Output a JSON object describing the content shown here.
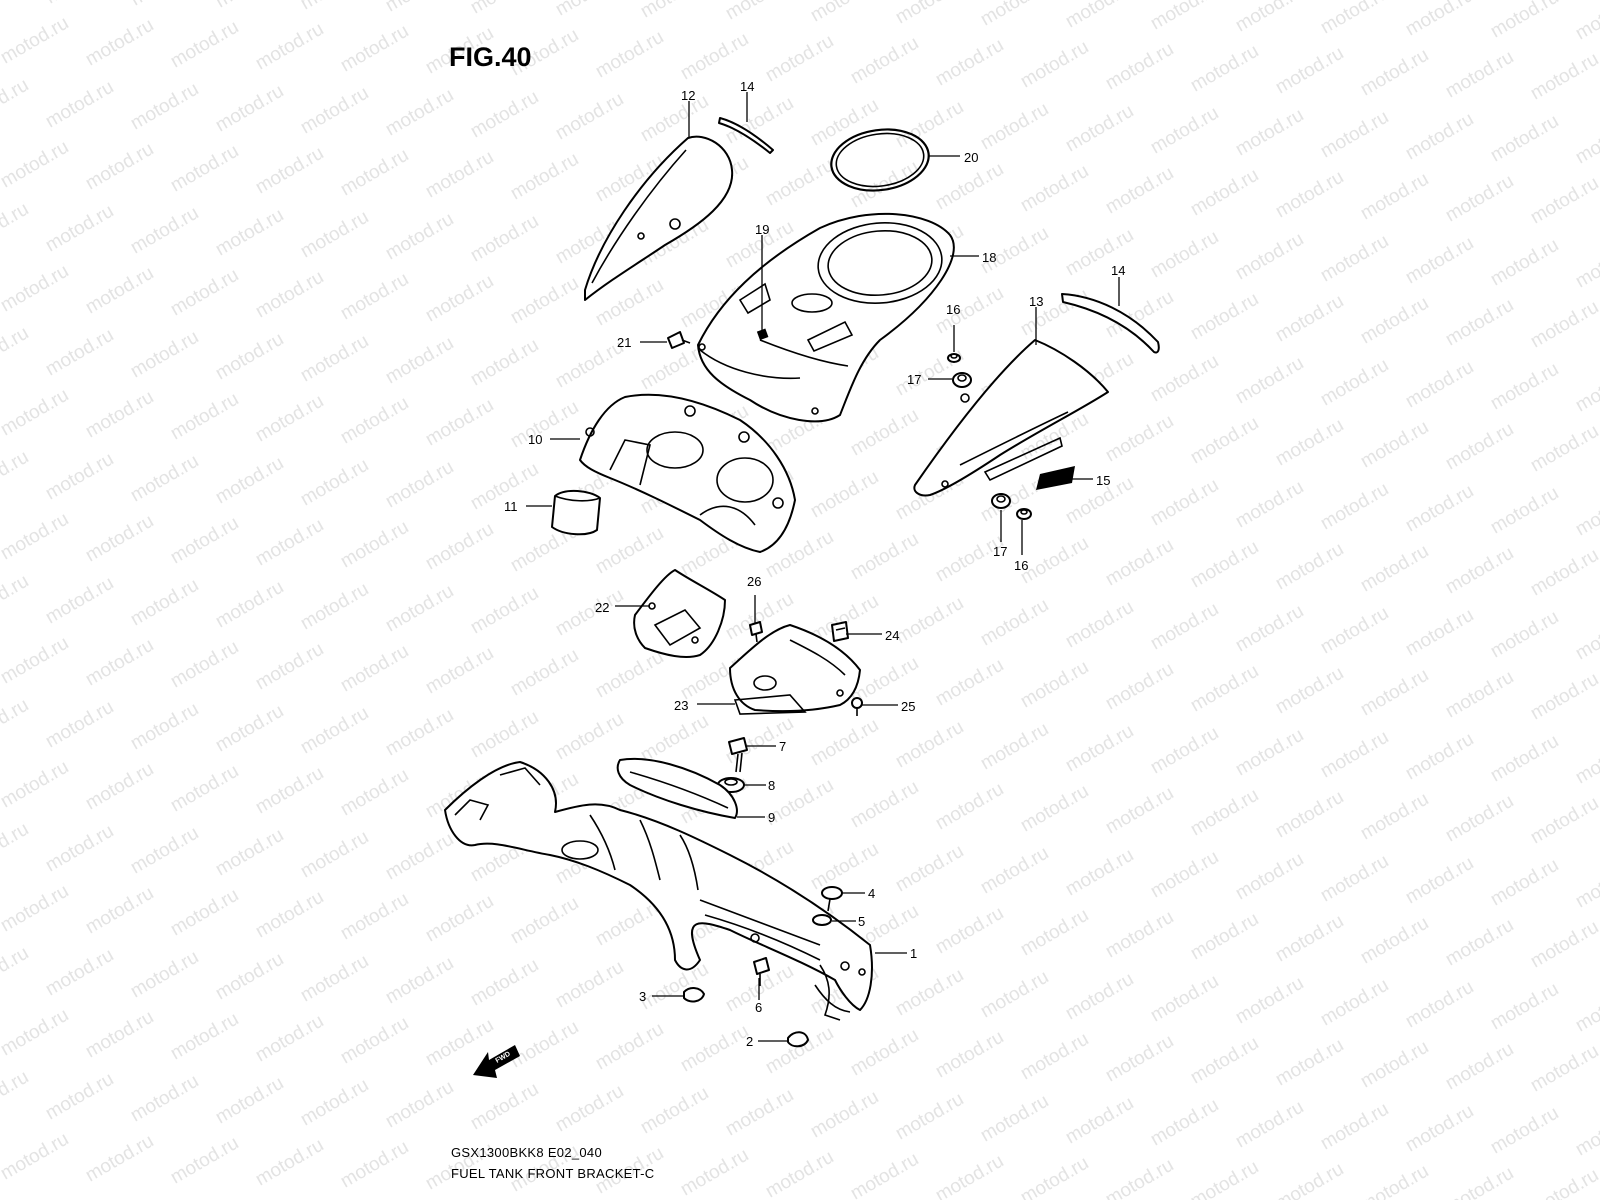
{
  "figure": {
    "title": "FIG.40",
    "model_code": "GSX1300BKK8 E02_040",
    "assembly_name": "FUEL TANK FRONT BRACKET-C"
  },
  "watermark_text": "motod.ru",
  "forward_arrow_label": "FWD",
  "callouts": {
    "c1": "1",
    "c2": "2",
    "c3": "3",
    "c4": "4",
    "c5": "5",
    "c6": "6",
    "c7": "7",
    "c8": "8",
    "c9": "9",
    "c10": "10",
    "c11": "11",
    "c12": "12",
    "c13": "13",
    "c14a": "14",
    "c14b": "14",
    "c15": "15",
    "c16a": "16",
    "c16b": "16",
    "c17a": "17",
    "c17b": "17",
    "c18": "18",
    "c19": "19",
    "c20": "20",
    "c21": "21",
    "c22": "22",
    "c23": "23",
    "c24": "24",
    "c25": "25",
    "c26": "26"
  },
  "colors": {
    "line": "#000000",
    "background": "#ffffff",
    "watermark": "#e3e3e3"
  }
}
